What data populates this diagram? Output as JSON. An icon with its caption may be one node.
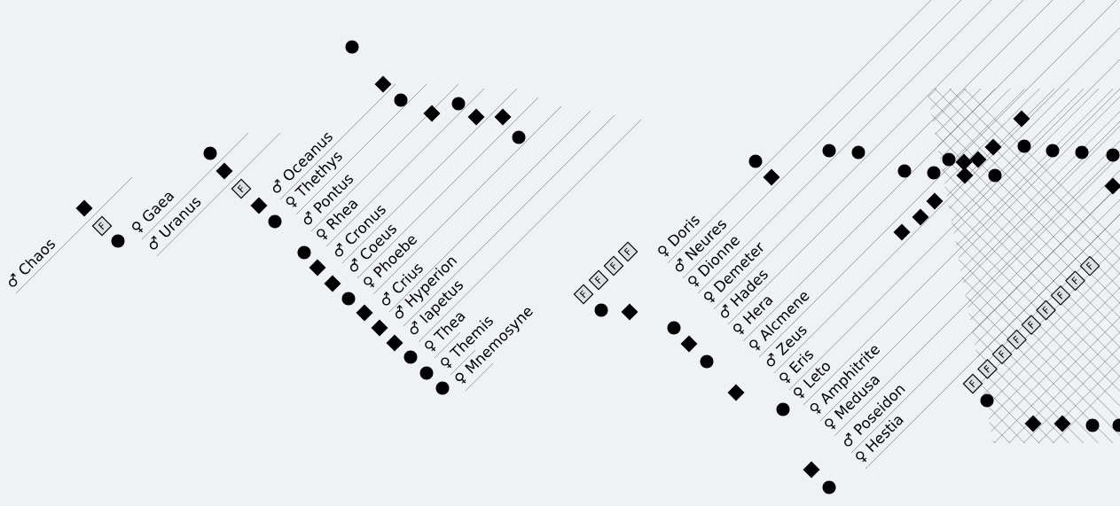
{
  "diagram": {
    "labels": [
      "♂ Chaos",
      "F",
      "♀ Gaea",
      "♂ Uranus",
      "F",
      "♂ Oceanus",
      "♀ Thethys",
      "♂ Pontus",
      "♀ Rhea",
      "♂ Cronus",
      "♂ Coeus",
      "♀ Phoebe",
      "♂ Crius",
      "♂ Hyperion",
      "♂ Iapetus",
      "♀ Thea",
      "♀ Themis",
      "♀ Mnemosyne",
      "F",
      "F",
      "F",
      "F",
      "♀ Doris",
      "♂ Neures",
      "♀ Dionne",
      "♀ Demeter",
      "♂ Hades",
      "♀ Hera",
      "♀ Alcmene",
      "♂ Zeus",
      "♀ Eris",
      "♀ Leto",
      "♀ Amphitrite",
      "♀ Medusa",
      "♂ Poseidon",
      "♀ Hestia",
      "F",
      "F",
      "F",
      "F",
      "F",
      "F",
      "F",
      "F",
      "F"
    ]
  }
}
